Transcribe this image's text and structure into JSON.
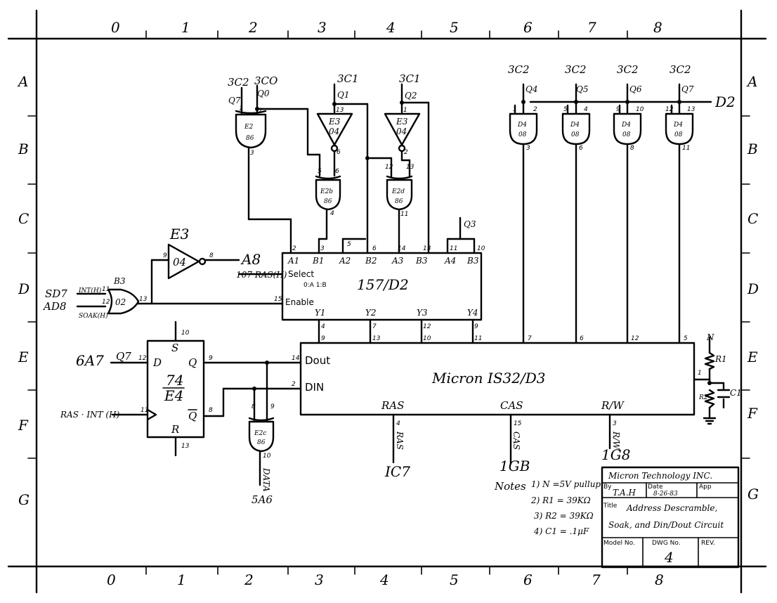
{
  "border": {
    "columns": [
      "0",
      "1",
      "2",
      "3",
      "4",
      "5",
      "6",
      "7",
      "8"
    ],
    "rows": [
      "A",
      "B",
      "C",
      "D",
      "E",
      "F",
      "G"
    ]
  },
  "top_signals": {
    "q7_src": "3C2",
    "q0_src": "3CO",
    "q1_src": "3C1",
    "q2_src": "3C1",
    "q4_src": "3C2",
    "q5_src": "3C2",
    "q6_src": "3C2",
    "q7b_src": "3C2",
    "q7": "Q7",
    "q0": "Q0",
    "q1": "Q1",
    "q2": "Q2",
    "q4": "Q4",
    "q5": "Q5",
    "q6": "Q6",
    "q7b": "Q7",
    "q3": "Q3",
    "d2": "D2"
  },
  "gates": {
    "e2_86": {
      "name": "E2",
      "type": "86"
    },
    "e3_04a": {
      "name": "E3",
      "type": "04"
    },
    "e3_04b": {
      "name": "E3",
      "type": "04"
    },
    "e2b_86": {
      "name": "E2b",
      "type": "86"
    },
    "e2d_86": {
      "name": "E2d",
      "type": "86"
    },
    "d4_08a": {
      "name": "D4",
      "type": "08"
    },
    "d4_08b": {
      "name": "D4",
      "type": "08"
    },
    "d4_08c": {
      "name": "D4",
      "type": "08"
    },
    "d4_08d": {
      "name": "D4",
      "type": "08"
    },
    "e3_04_inv": {
      "name": "E3",
      "type": "04"
    },
    "b3_02": {
      "name": "B3",
      "type": "02"
    },
    "e2c_86": {
      "name": "E2c",
      "type": "86"
    }
  },
  "mux": {
    "label": "157/D2",
    "select": "Select",
    "enable": "Enable",
    "logic": "0:A 1:B",
    "inputs": [
      "A1",
      "B1",
      "A2",
      "B2",
      "A3",
      "B3",
      "A4",
      "B3"
    ],
    "outputs": [
      "Y1",
      "Y2",
      "Y3",
      "Y4"
    ]
  },
  "ram": {
    "title": "Micron IS32/D3",
    "dout": "Dout",
    "din": "DIN",
    "ras": "RAS",
    "cas": "CAS",
    "rw": "R/W"
  },
  "flipflop": {
    "type": "74",
    "ref": "E4",
    "d": "D",
    "s": "S",
    "r": "R",
    "q": "Q",
    "qbar": "Q"
  },
  "signals": {
    "sd7": "SD7",
    "ad8": "AD8",
    "intr": "INT(H)",
    "soak": "SOAK(H)",
    "a8": "A8",
    "rasin": "107 RAS(H)",
    "ga7": "6A7",
    "q7in": "Q7",
    "rasint": "RAS · INT (H)",
    "data": "DATA",
    "sa6": "5A6",
    "ras_out": "RAS",
    "ic7": "IC7",
    "cas_out": "CAS",
    "igb": "1GB",
    "rw_out": "R/W",
    "ig8": "1G8"
  },
  "components": {
    "r1": "R1",
    "r2": "R2",
    "c1": "C1"
  },
  "notes": {
    "header": "Notes",
    "items": [
      "1) N =5V pullup",
      "2) R1 = 39KΩ",
      "3) R2 = 39KΩ",
      "4) C1 = .1μF"
    ]
  },
  "title_block": {
    "company": "Micron Technology INC.",
    "by_label": "By",
    "by": "T.A.H",
    "date_label": "Date",
    "date": "8-26-83",
    "app_label": "App",
    "title_label": "Title",
    "title_line1": "Address Descramble,",
    "title_line2": "Soak, and Din/Dout Circuit",
    "model_label": "Model No.",
    "dwg_label": "DWG No.",
    "dwg": "4",
    "rev_label": "REV."
  }
}
